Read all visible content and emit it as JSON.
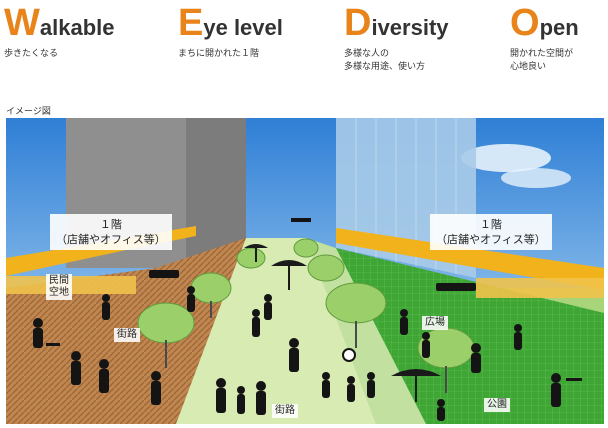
{
  "keywords": [
    {
      "initial": "W",
      "rest": "alkable",
      "subtitle": [
        "歩きたくなる"
      ]
    },
    {
      "initial": "E",
      "rest": "ye level",
      "subtitle": [
        "まちに開かれた１階"
      ]
    },
    {
      "initial": "D",
      "rest": "iversity",
      "subtitle": [
        "多様な人の",
        "多様な用途、使い方"
      ]
    },
    {
      "initial": "O",
      "rest": "pen",
      "subtitle": [
        "開かれた空間が",
        "心地良い"
      ]
    }
  ],
  "colors": {
    "accent": "#e8841a",
    "sky": "#3a86d8",
    "plaza_green": "#3fa535",
    "street_green": "#cfe6a8",
    "wood_deck": "#b87a46"
  },
  "caption": "イメージ図",
  "labels": {
    "floor_left_line1": "１階",
    "floor_left_line2": "（店舗やオフィス等）",
    "floor_right_line1": "１階",
    "floor_right_line2": "（店舗やオフィス等）",
    "private_open_line1": "民間",
    "private_open_line2": "空地",
    "street_left": "街路",
    "street_center": "街路",
    "plaza": "広場",
    "park": "公園"
  }
}
